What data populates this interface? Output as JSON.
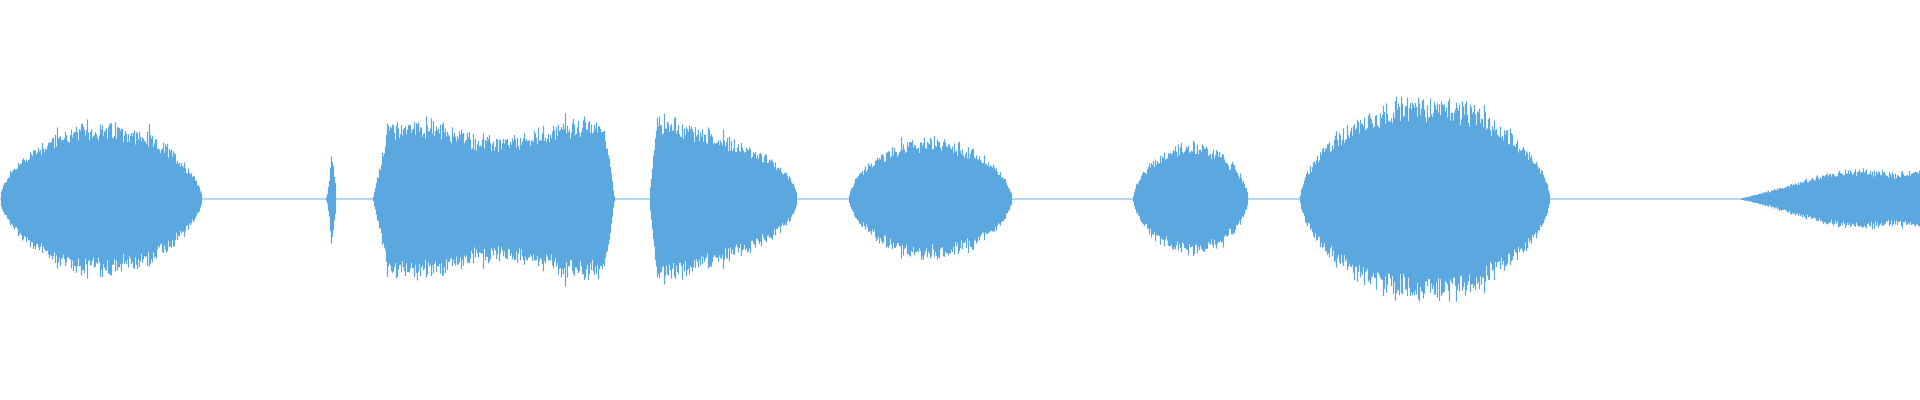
{
  "waveform": {
    "color": "#5ba8e0",
    "background": "#ffffff",
    "segments": [
      {
        "start": 0.0,
        "end": 0.105,
        "amplitude": 0.2,
        "shape": "rise-fall"
      },
      {
        "start": 0.105,
        "end": 0.16,
        "amplitude": 0.0,
        "shape": "silence"
      },
      {
        "start": 0.16,
        "end": 0.175,
        "amplitude": 0.12,
        "shape": "spike"
      },
      {
        "start": 0.194,
        "end": 0.32,
        "amplitude": 0.21,
        "shape": "plateau"
      },
      {
        "start": 0.32,
        "end": 0.335,
        "amplitude": 0.0,
        "shape": "silence"
      },
      {
        "start": 0.338,
        "end": 0.415,
        "amplitude": 0.23,
        "shape": "front-heavy"
      },
      {
        "start": 0.415,
        "end": 0.44,
        "amplitude": 0.0,
        "shape": "silence"
      },
      {
        "start": 0.442,
        "end": 0.527,
        "amplitude": 0.16,
        "shape": "rise-fall"
      },
      {
        "start": 0.527,
        "end": 0.59,
        "amplitude": 0.0,
        "shape": "silence"
      },
      {
        "start": 0.59,
        "end": 0.65,
        "amplitude": 0.15,
        "shape": "rise-fall"
      },
      {
        "start": 0.65,
        "end": 0.677,
        "amplitude": 0.0,
        "shape": "silence"
      },
      {
        "start": 0.677,
        "end": 0.807,
        "amplitude": 0.27,
        "shape": "rise-fall"
      },
      {
        "start": 0.807,
        "end": 0.905,
        "amplitude": 0.0,
        "shape": "silence"
      },
      {
        "start": 0.905,
        "end": 1.0,
        "amplitude": 0.13,
        "shape": "ramp-up"
      }
    ]
  }
}
